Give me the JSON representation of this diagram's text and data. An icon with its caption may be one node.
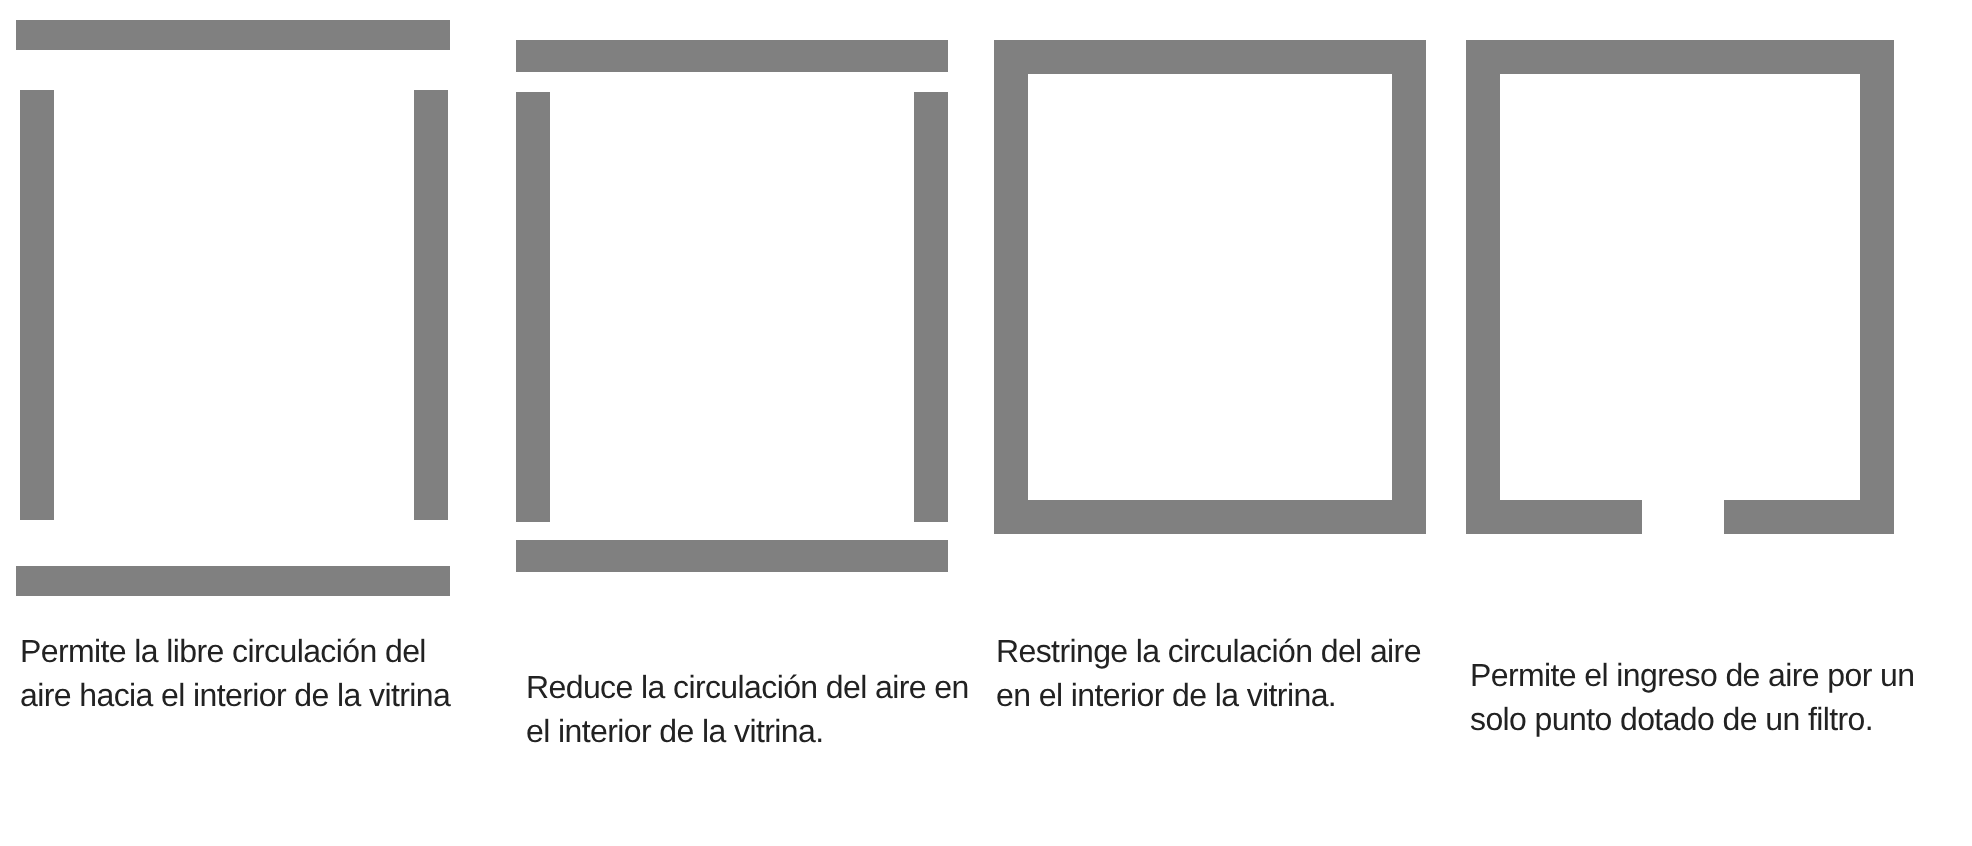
{
  "diagram": {
    "labels": [
      "Permite la libre circulación del aire hacia el interior de la vitrina",
      "Reduce la circulación del aire en el interior de la vitrina.",
      "Restringe la circulación del aire en el interior de la vitrina.",
      "Permite el ingreso de aire por un solo punto dotado de un filtro."
    ]
  }
}
